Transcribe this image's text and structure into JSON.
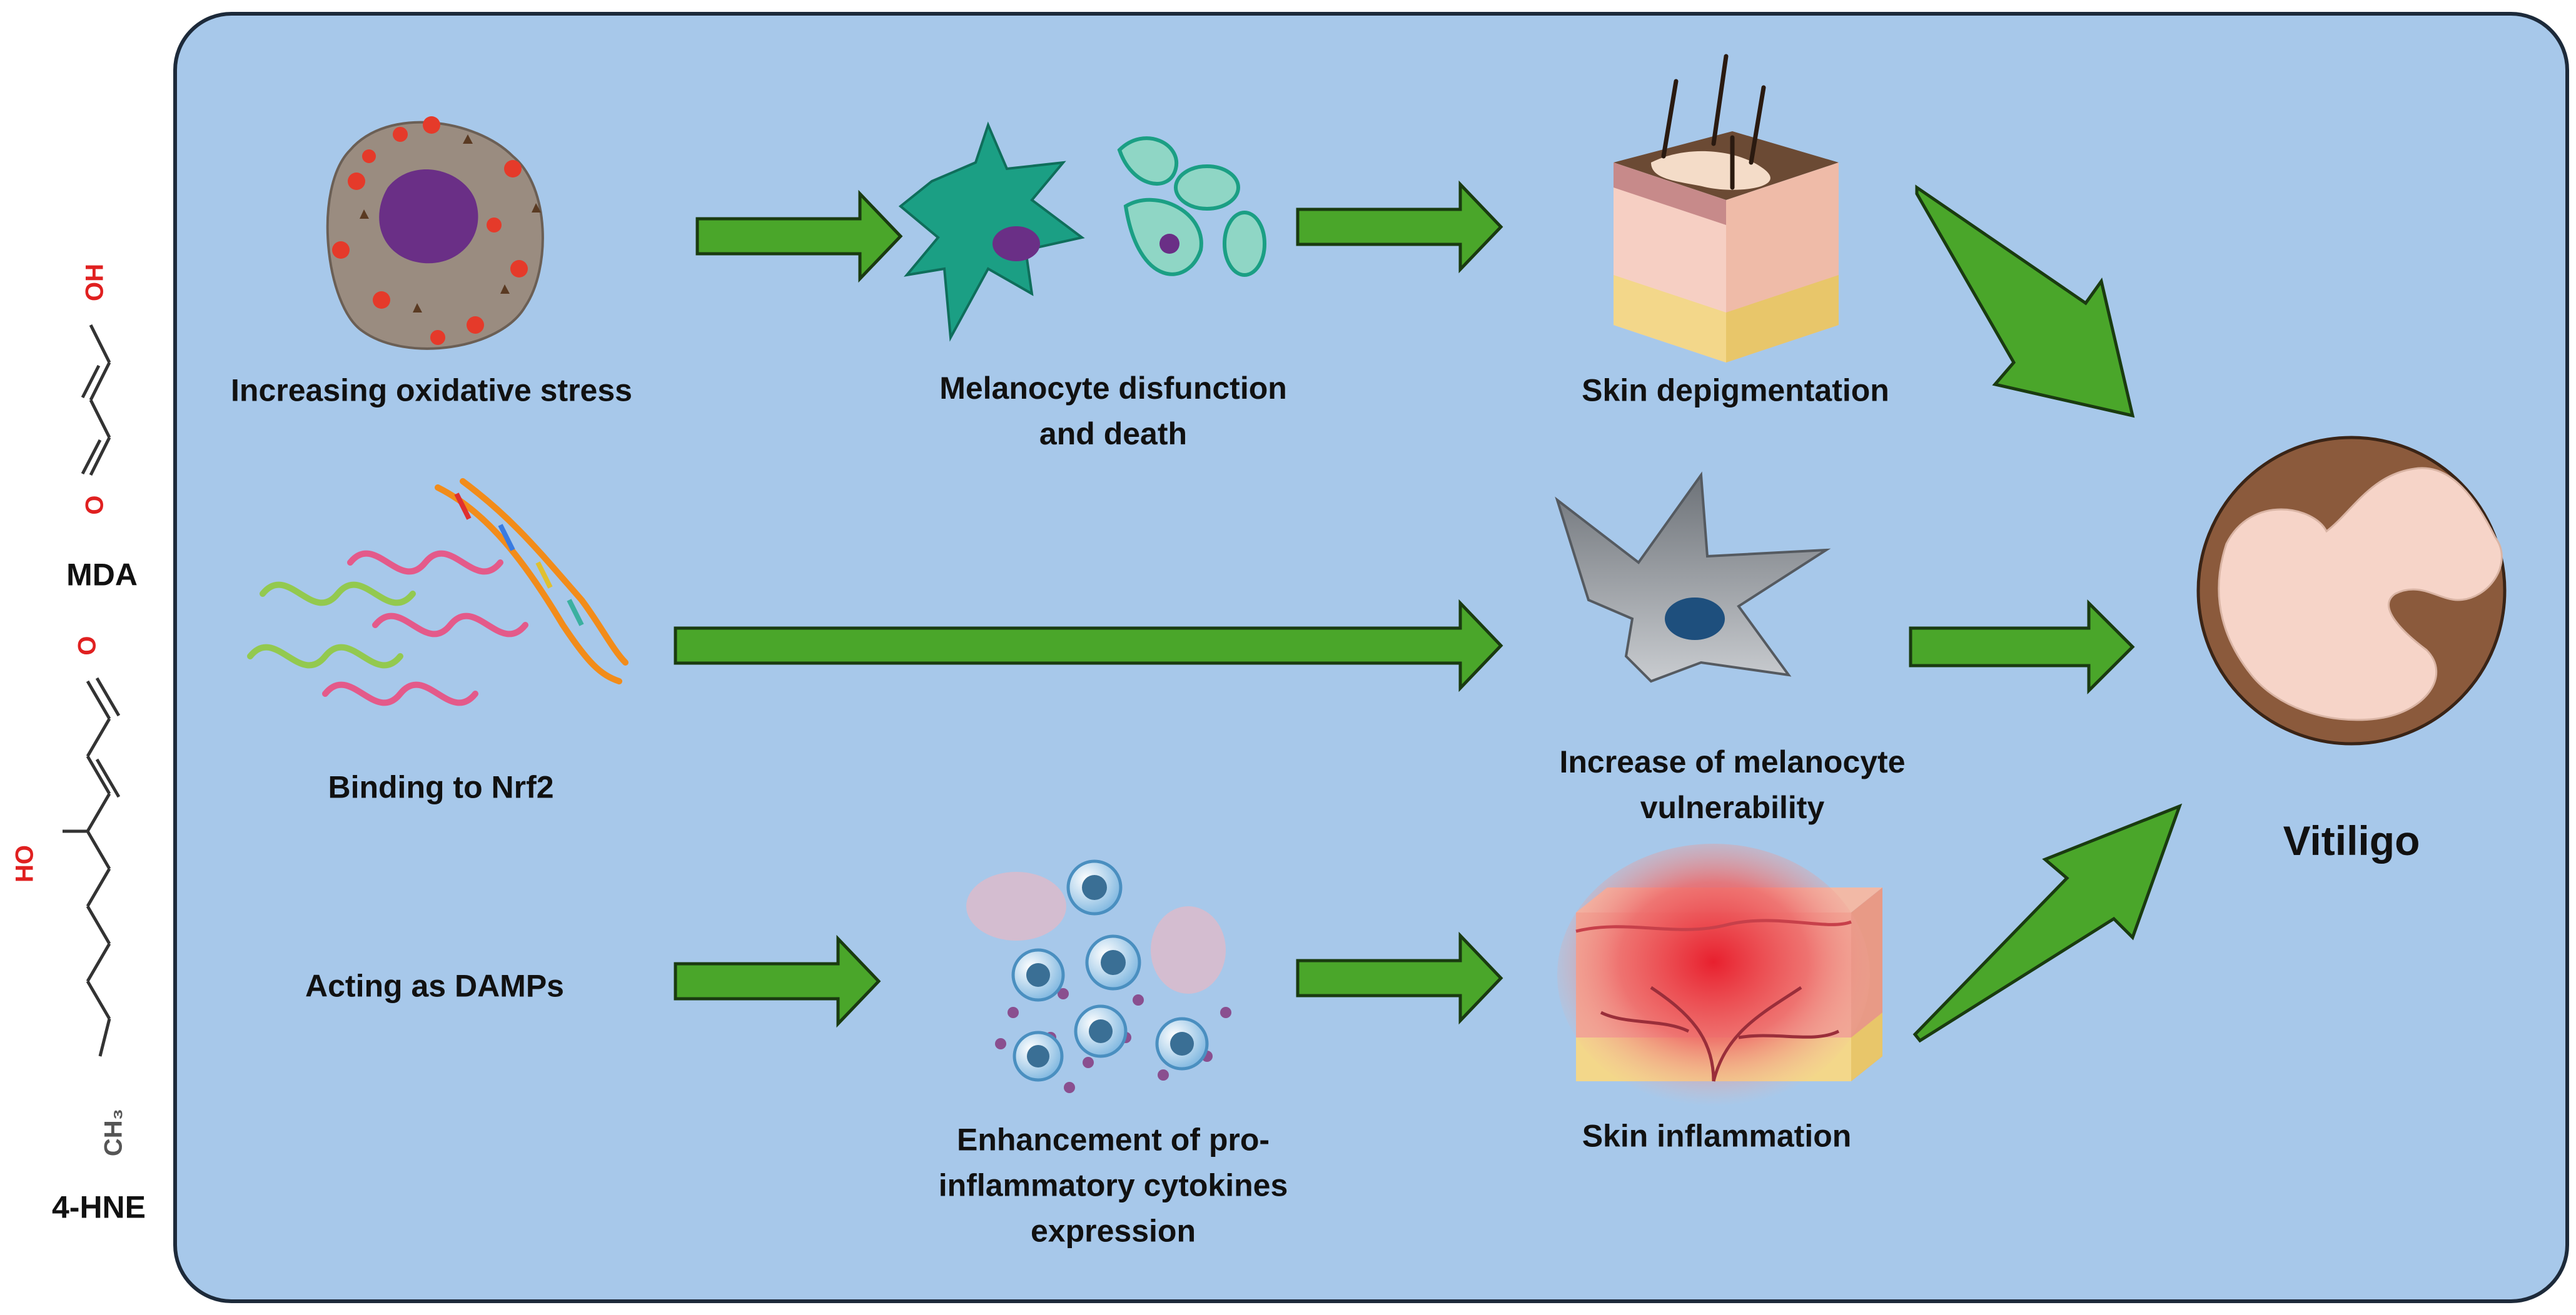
{
  "colors": {
    "panel_fill": "#a7c8ea",
    "panel_stroke": "#1d2a3a",
    "arrow_fill": "#4aa62a",
    "arrow_stroke": "#1a3b10",
    "oxygen_red": "#e02020",
    "skin_brown": "#8b5a3c",
    "vitiligo_patch": "#f6d4c8"
  },
  "molecules": {
    "mda": {
      "name": "MDA",
      "atom_top": "OH",
      "atom_bottom": "O"
    },
    "hne": {
      "name": "4-HNE",
      "atom_top": "O",
      "atom_side": "HO",
      "atom_end": "CH₃"
    }
  },
  "nodes": {
    "oxidative_stress": "Increasing oxidative stress",
    "melanocyte_death": "Melanocyte disfunction\nand death",
    "skin_depigmentation": "Skin depigmentation",
    "nrf2": "Binding to Nrf2",
    "vulnerability": "Increase of melanocyte\nvulnerability",
    "damps": "Acting as DAMPs",
    "cytokines": "Enhancement of pro-\ninflammatory cytokines\nexpression",
    "inflammation": "Skin inflammation",
    "outcome": "Vitiligo"
  },
  "icons": {
    "stressed_cell": "stressed-cell-icon",
    "dying_melanocytes": "dying-melanocytes-icon",
    "depigmented_skin": "depigmented-skin-icon",
    "nrf2_protein": "nrf2-protein-dna-icon",
    "melanocyte": "melanocyte-icon",
    "immune_cells": "immune-cells-icon",
    "inflamed_skin": "inflamed-skin-icon",
    "vitiligo_skin": "vitiligo-skin-icon"
  }
}
